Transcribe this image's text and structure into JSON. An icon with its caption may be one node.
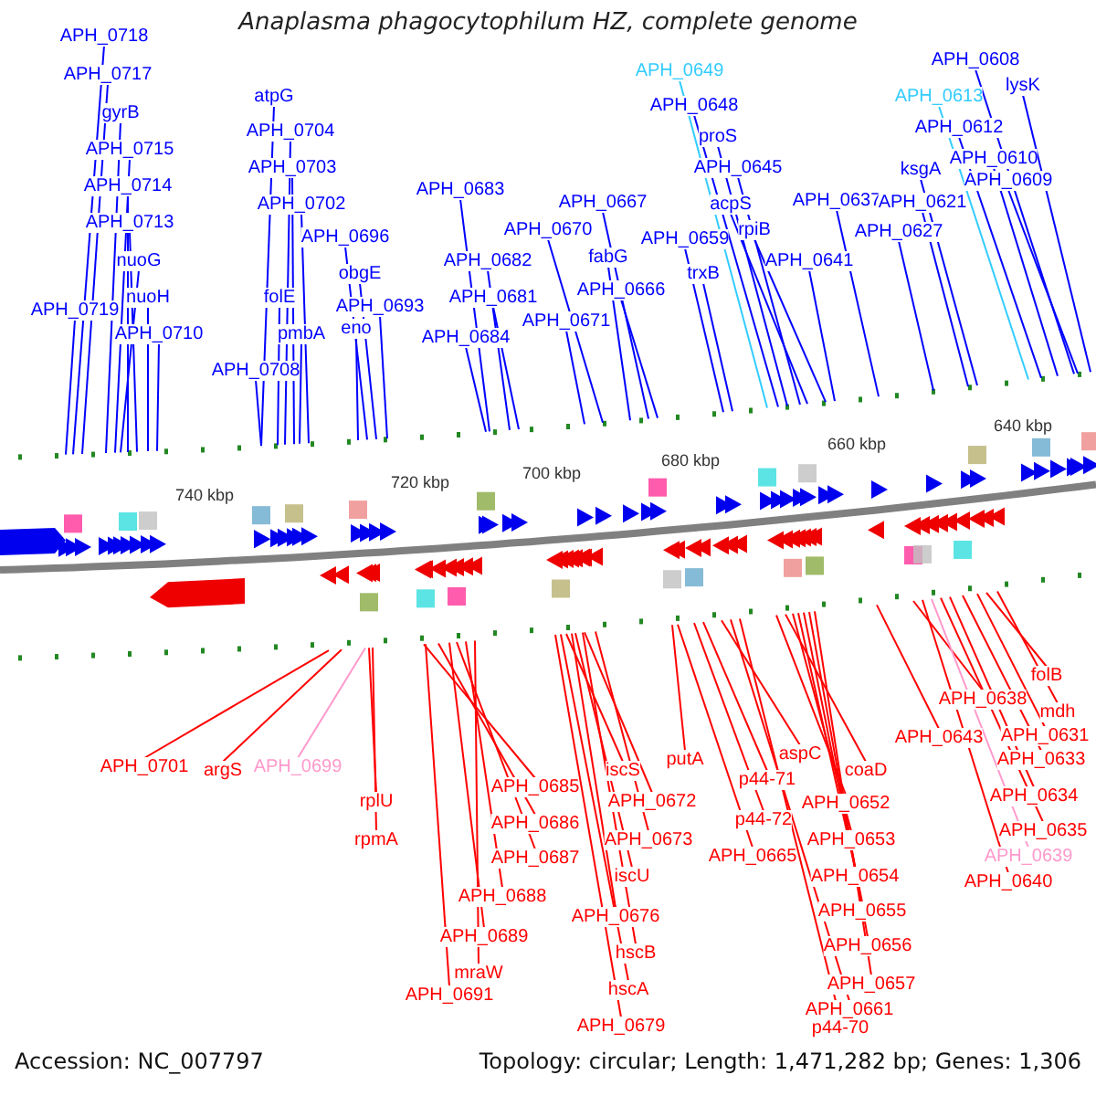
{
  "diagram": {
    "title": "Anaplasma phagocytophilum HZ, complete genome",
    "nodes": [
      {
        "text": [
          "APH_0718"
        ]
      },
      {
        "text": [
          "APH_0717"
        ]
      },
      {
        "text": [
          "gyrB"
        ]
      },
      {
        "text": [
          "APH_0715"
        ]
      },
      {
        "text": [
          "APH_0714"
        ]
      },
      {
        "text": [
          "APH_0713"
        ]
      },
      {
        "text": [
          "nuoG"
        ]
      },
      {
        "text": [
          "APH_0719"
        ]
      },
      {
        "text": [
          "nuoH"
        ]
      },
      {
        "text": [
          "APH_0710"
        ]
      },
      {
        "text": [
          "atpG"
        ]
      },
      {
        "text": [
          "APH_0704"
        ]
      },
      {
        "text": [
          "APH_0703"
        ]
      },
      {
        "text": [
          "APH_0702"
        ]
      },
      {
        "text": [
          "folE"
        ]
      },
      {
        "text": [
          "pmbA"
        ]
      },
      {
        "text": [
          "APH_0708"
        ]
      },
      {
        "text": [
          "APH_0696"
        ]
      },
      {
        "text": [
          "obgE"
        ]
      },
      {
        "text": [
          "APH_0693"
        ]
      },
      {
        "text": [
          "eno"
        ]
      },
      {
        "text": [
          "APH_0683"
        ]
      },
      {
        "text": [
          "APH_0682"
        ]
      },
      {
        "text": [
          "APH_0681"
        ]
      },
      {
        "text": [
          "APH_0684"
        ]
      },
      {
        "text": [
          "APH_0670"
        ]
      },
      {
        "text": [
          "APH_0667"
        ]
      },
      {
        "text": [
          "fabG"
        ]
      },
      {
        "text": [
          "APH_0666"
        ]
      },
      {
        "text": [
          "APH_0671"
        ]
      },
      {
        "text": [
          "APH_0659"
        ]
      },
      {
        "text": [
          "trxB"
        ]
      },
      {
        "text": [
          "APH_0649"
        ]
      },
      {
        "text": [
          "APH_0648"
        ]
      },
      {
        "text": [
          "proS"
        ]
      },
      {
        "text": [
          "APH_0645"
        ]
      },
      {
        "text": [
          "acpS"
        ]
      },
      {
        "text": [
          "rpiB"
        ]
      },
      {
        "text": [
          "APH_0641"
        ]
      },
      {
        "text": [
          "APH_0637"
        ]
      },
      {
        "text": [
          "ksgA"
        ]
      },
      {
        "text": [
          "APH_0621"
        ]
      },
      {
        "text": [
          "APH_0627"
        ]
      },
      {
        "text": [
          "APH_0613"
        ]
      },
      {
        "text": [
          "APH_0612"
        ]
      },
      {
        "text": [
          "APH_0610"
        ]
      },
      {
        "text": [
          "APH_0609"
        ]
      },
      {
        "text": [
          "APH_0608"
        ]
      },
      {
        "text": [
          "lysK"
        ]
      },
      {
        "text": [
          "APH_0701"
        ]
      },
      {
        "text": [
          "argS"
        ]
      },
      {
        "text": [
          "APH_0699"
        ]
      },
      {
        "text": [
          "rplU"
        ]
      },
      {
        "text": [
          "rpmA"
        ]
      },
      {
        "text": [
          "APH_0685"
        ]
      },
      {
        "text": [
          "APH_0686"
        ]
      },
      {
        "text": [
          "APH_0687"
        ]
      },
      {
        "text": [
          "APH_0688"
        ]
      },
      {
        "text": [
          "APH_0689"
        ]
      },
      {
        "text": [
          "mraW"
        ]
      },
      {
        "text": [
          "APH_0691"
        ]
      },
      {
        "text": [
          "iscS"
        ]
      },
      {
        "text": [
          "APH_0672"
        ]
      },
      {
        "text": [
          "APH_0673"
        ]
      },
      {
        "text": [
          "putA"
        ]
      },
      {
        "text": [
          "iscU"
        ]
      },
      {
        "text": [
          "APH_0676"
        ]
      },
      {
        "text": [
          "hscB"
        ]
      },
      {
        "text": [
          "hscA"
        ]
      },
      {
        "text": [
          "APH_0679"
        ]
      },
      {
        "text": [
          "aspC"
        ]
      },
      {
        "text": [
          "p44-71"
        ]
      },
      {
        "text": [
          "p44-72"
        ]
      },
      {
        "text": [
          "APH_0665"
        ]
      },
      {
        "text": [
          "coaD"
        ]
      },
      {
        "text": [
          "APH_0652"
        ]
      },
      {
        "text": [
          "APH_0653"
        ]
      },
      {
        "text": [
          "APH_0654"
        ]
      },
      {
        "text": [
          "APH_0655"
        ]
      },
      {
        "text": [
          "APH_0656"
        ]
      },
      {
        "text": [
          "APH_0657"
        ]
      },
      {
        "text": [
          "APH_0661"
        ]
      },
      {
        "text": [
          "p44-70"
        ]
      },
      {
        "text": [
          "APH_0643"
        ]
      },
      {
        "text": [
          "APH_0638"
        ]
      },
      {
        "text": [
          "folB"
        ]
      },
      {
        "text": [
          "mdh"
        ]
      },
      {
        "text": [
          "APH_0631"
        ]
      },
      {
        "text": [
          "APH_0633"
        ]
      },
      {
        "text": [
          "APH_0634"
        ]
      },
      {
        "text": [
          "APH_0635"
        ]
      },
      {
        "text": [
          "APH_0639"
        ]
      },
      {
        "text": [
          "APH_0640"
        ]
      }
    ],
    "edges": [
      {
        "from": 0,
        "to": null,
        "arrow": "none",
        "color": "#0000ff"
      },
      {
        "from": 1,
        "to": null,
        "arrow": "none",
        "color": "#0000ff"
      },
      {
        "from": 2,
        "to": null,
        "arrow": "none",
        "color": "#0000ff"
      },
      {
        "from": 3,
        "to": null,
        "arrow": "none",
        "color": "#0000ff"
      },
      {
        "from": 4,
        "to": null,
        "arrow": "none",
        "color": "#0000ff"
      },
      {
        "from": 5,
        "to": null,
        "arrow": "none",
        "color": "#0000ff"
      },
      {
        "from": 6,
        "to": null,
        "arrow": "none",
        "color": "#0000ff"
      },
      {
        "from": 7,
        "to": null,
        "arrow": "none",
        "color": "#0000ff"
      },
      {
        "from": 8,
        "to": null,
        "arrow": "none",
        "color": "#0000ff"
      },
      {
        "from": 9,
        "to": null,
        "arrow": "none",
        "color": "#0000ff"
      },
      {
        "from": 10,
        "to": null,
        "arrow": "none",
        "color": "#0000ff"
      },
      {
        "from": 11,
        "to": null,
        "arrow": "none",
        "color": "#0000ff"
      },
      {
        "from": 12,
        "to": null,
        "arrow": "none",
        "color": "#0000ff"
      },
      {
        "from": 13,
        "to": null,
        "arrow": "none",
        "color": "#0000ff"
      },
      {
        "from": 14,
        "to": null,
        "arrow": "none",
        "color": "#0000ff"
      },
      {
        "from": 15,
        "to": null,
        "arrow": "none",
        "color": "#0000ff"
      },
      {
        "from": 16,
        "to": null,
        "arrow": "none",
        "color": "#0000ff"
      },
      {
        "from": 17,
        "to": null,
        "arrow": "none",
        "color": "#0000ff"
      },
      {
        "from": 18,
        "to": null,
        "arrow": "none",
        "color": "#0000ff"
      },
      {
        "from": 19,
        "to": null,
        "arrow": "none",
        "color": "#0000ff"
      },
      {
        "from": 20,
        "to": null,
        "arrow": "none",
        "color": "#0000ff"
      },
      {
        "from": 21,
        "to": null,
        "arrow": "none",
        "color": "#0000ff"
      },
      {
        "from": 22,
        "to": null,
        "arrow": "none",
        "color": "#0000ff"
      },
      {
        "from": 23,
        "to": null,
        "arrow": "none",
        "color": "#0000ff"
      },
      {
        "from": 24,
        "to": null,
        "arrow": "none",
        "color": "#0000ff"
      },
      {
        "from": 25,
        "to": null,
        "arrow": "none",
        "color": "#0000ff"
      },
      {
        "from": 26,
        "to": null,
        "arrow": "none",
        "color": "#0000ff"
      },
      {
        "from": 27,
        "to": null,
        "arrow": "none",
        "color": "#0000ff"
      },
      {
        "from": 28,
        "to": null,
        "arrow": "none",
        "color": "#0000ff"
      },
      {
        "from": 29,
        "to": null,
        "arrow": "none",
        "color": "#0000ff"
      },
      {
        "from": 30,
        "to": null,
        "arrow": "none",
        "color": "#0000ff"
      },
      {
        "from": 31,
        "to": null,
        "arrow": "none",
        "color": "#0000ff"
      },
      {
        "from": 32,
        "to": null,
        "arrow": "none",
        "color": "#33ccff"
      },
      {
        "from": 33,
        "to": null,
        "arrow": "none",
        "color": "#0000ff"
      },
      {
        "from": 34,
        "to": null,
        "arrow": "none",
        "color": "#0000ff"
      },
      {
        "from": 35,
        "to": null,
        "arrow": "none",
        "color": "#0000ff"
      },
      {
        "from": 36,
        "to": null,
        "arrow": "none",
        "color": "#0000ff"
      },
      {
        "from": 37,
        "to": null,
        "arrow": "none",
        "color": "#0000ff"
      },
      {
        "from": 38,
        "to": null,
        "arrow": "none",
        "color": "#0000ff"
      },
      {
        "from": 39,
        "to": null,
        "arrow": "none",
        "color": "#0000ff"
      },
      {
        "from": 40,
        "to": null,
        "arrow": "none",
        "color": "#0000ff"
      },
      {
        "from": 41,
        "to": null,
        "arrow": "none",
        "color": "#0000ff"
      },
      {
        "from": 42,
        "to": null,
        "arrow": "none",
        "color": "#0000ff"
      },
      {
        "from": 43,
        "to": null,
        "arrow": "none",
        "color": "#33ccff"
      },
      {
        "from": 44,
        "to": null,
        "arrow": "none",
        "color": "#0000ff"
      },
      {
        "from": 45,
        "to": null,
        "arrow": "none",
        "color": "#0000ff"
      },
      {
        "from": 46,
        "to": null,
        "arrow": "none",
        "color": "#0000ff"
      },
      {
        "from": 47,
        "to": null,
        "arrow": "none",
        "color": "#0000ff"
      },
      {
        "from": 48,
        "to": null,
        "arrow": "none",
        "color": "#0000ff"
      },
      {
        "from": 49,
        "to": null,
        "arrow": "none",
        "color": "#ff0000"
      },
      {
        "from": 50,
        "to": null,
        "arrow": "none",
        "color": "#ff0000"
      },
      {
        "from": 51,
        "to": null,
        "arrow": "none",
        "color": "#ff99cc"
      },
      {
        "from": 52,
        "to": null,
        "arrow": "none",
        "color": "#ff0000"
      },
      {
        "from": 53,
        "to": null,
        "arrow": "none",
        "color": "#ff0000"
      },
      {
        "from": 54,
        "to": null,
        "arrow": "none",
        "color": "#ff0000"
      },
      {
        "from": 55,
        "to": null,
        "arrow": "none",
        "color": "#ff0000"
      },
      {
        "from": 56,
        "to": null,
        "arrow": "none",
        "color": "#ff0000"
      },
      {
        "from": 57,
        "to": null,
        "arrow": "none",
        "color": "#ff0000"
      },
      {
        "from": 58,
        "to": null,
        "arrow": "none",
        "color": "#ff0000"
      },
      {
        "from": 59,
        "to": null,
        "arrow": "none",
        "color": "#ff0000"
      },
      {
        "from": 60,
        "to": null,
        "arrow": "none",
        "color": "#ff0000"
      },
      {
        "from": 61,
        "to": null,
        "arrow": "none",
        "color": "#ff0000"
      },
      {
        "from": 62,
        "to": null,
        "arrow": "none",
        "color": "#ff0000"
      },
      {
        "from": 63,
        "to": null,
        "arrow": "none",
        "color": "#ff0000"
      },
      {
        "from": 64,
        "to": null,
        "arrow": "none",
        "color": "#ff0000"
      },
      {
        "from": 65,
        "to": null,
        "arrow": "none",
        "color": "#ff0000"
      },
      {
        "from": 66,
        "to": null,
        "arrow": "none",
        "color": "#ff0000"
      },
      {
        "from": 67,
        "to": null,
        "arrow": "none",
        "color": "#ff0000"
      },
      {
        "from": 68,
        "to": null,
        "arrow": "none",
        "color": "#ff0000"
      },
      {
        "from": 69,
        "to": null,
        "arrow": "none",
        "color": "#ff0000"
      },
      {
        "from": 70,
        "to": null,
        "arrow": "none",
        "color": "#ff0000"
      },
      {
        "from": 71,
        "to": null,
        "arrow": "none",
        "color": "#ff0000"
      },
      {
        "from": 72,
        "to": null,
        "arrow": "none",
        "color": "#ff0000"
      },
      {
        "from": 73,
        "to": null,
        "arrow": "none",
        "color": "#ff0000"
      },
      {
        "from": 74,
        "to": null,
        "arrow": "none",
        "color": "#ff0000"
      },
      {
        "from": 75,
        "to": null,
        "arrow": "none",
        "color": "#ff0000"
      },
      {
        "from": 76,
        "to": null,
        "arrow": "none",
        "color": "#ff0000"
      },
      {
        "from": 77,
        "to": null,
        "arrow": "none",
        "color": "#ff0000"
      },
      {
        "from": 78,
        "to": null,
        "arrow": "none",
        "color": "#ff0000"
      },
      {
        "from": 79,
        "to": null,
        "arrow": "none",
        "color": "#ff0000"
      },
      {
        "from": 80,
        "to": null,
        "arrow": "none",
        "color": "#ff0000"
      },
      {
        "from": 81,
        "to": null,
        "arrow": "none",
        "color": "#ff0000"
      },
      {
        "from": 82,
        "to": null,
        "arrow": "none",
        "color": "#ff0000"
      },
      {
        "from": 83,
        "to": null,
        "arrow": "none",
        "color": "#ff0000"
      },
      {
        "from": 84,
        "to": null,
        "arrow": "none",
        "color": "#ff0000"
      },
      {
        "from": 85,
        "to": null,
        "arrow": "none",
        "color": "#ff0000"
      },
      {
        "from": 86,
        "to": null,
        "arrow": "none",
        "color": "#ff0000"
      },
      {
        "from": 87,
        "to": null,
        "arrow": "none",
        "color": "#ff0000"
      },
      {
        "from": 88,
        "to": null,
        "arrow": "none",
        "color": "#ff0000"
      },
      {
        "from": 89,
        "to": null,
        "arrow": "none",
        "color": "#ff0000"
      },
      {
        "from": 90,
        "to": null,
        "arrow": "none",
        "color": "#ff0000"
      },
      {
        "from": 91,
        "to": null,
        "arrow": "none",
        "color": "#ff99cc"
      },
      {
        "from": 92,
        "to": null,
        "arrow": "none",
        "color": "#ff0000"
      }
    ],
    "labels": [
      "740 kbp",
      "720 kbp",
      "700 kbp",
      "680 kbp",
      "660 kbp",
      "640 kbp",
      "Accession: NC_007797",
      "Topology: circular; Length: 1,471,282 bp; Genes: 1,306"
    ]
  }
}
